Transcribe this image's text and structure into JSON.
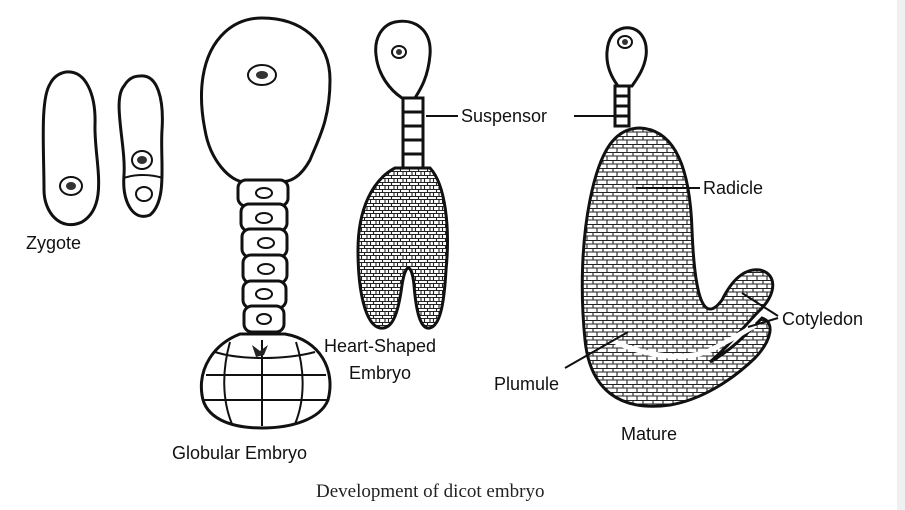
{
  "labels": {
    "zygote": "Zygote",
    "globular": "Globular Embryo",
    "heart_line1": "Heart-Shaped",
    "heart_line2": "Embryo",
    "suspensor": "Suspensor",
    "radicle": "Radicle",
    "cotyledon": "Cotyledon",
    "plumule": "Plumule",
    "mature": "Mature"
  },
  "caption": "Development of dicot embryo",
  "colors": {
    "ink": "#111111",
    "background": "#ffffff"
  }
}
